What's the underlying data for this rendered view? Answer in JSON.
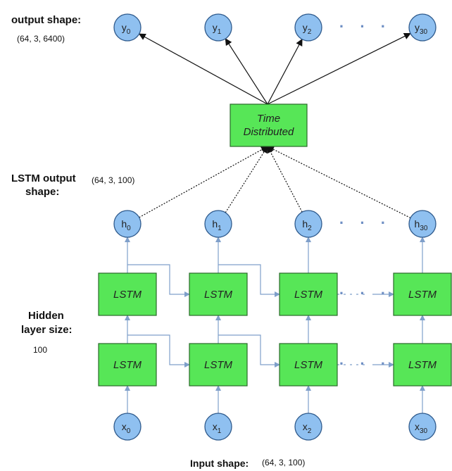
{
  "labels": {
    "output_title": "output shape:",
    "output_value": "(64, 3, 6400)",
    "lstm_title_1": "LSTM output",
    "lstm_title_2": "shape:",
    "lstm_value": "(64, 3, 100)",
    "hidden_1": "Hidden",
    "hidden_2": "layer size:",
    "hidden_value": "100",
    "input_title": "Input shape:",
    "input_value": "(64, 3, 100)"
  },
  "time_distributed": {
    "line1": "Time",
    "line2": "Distributed"
  },
  "lstm_label": "LSTM",
  "dots": "· · ·",
  "outputs": [
    {
      "base": "y",
      "sub": "0"
    },
    {
      "base": "y",
      "sub": "1"
    },
    {
      "base": "y",
      "sub": "2"
    },
    {
      "base": "y",
      "sub": "30"
    }
  ],
  "hidden_states": [
    {
      "base": "h",
      "sub": "0"
    },
    {
      "base": "h",
      "sub": "1"
    },
    {
      "base": "h",
      "sub": "2"
    },
    {
      "base": "h",
      "sub": "30"
    }
  ],
  "inputs": [
    {
      "base": "x",
      "sub": "0"
    },
    {
      "base": "x",
      "sub": "1"
    },
    {
      "base": "x",
      "sub": "2"
    },
    {
      "base": "x",
      "sub": "30"
    }
  ],
  "colors": {
    "circle_fill": "#8fc0f0",
    "circle_stroke": "#2f5a8c",
    "box_fill": "#57e657",
    "box_stroke": "#2a6a2a",
    "arrow": "#7f9fca",
    "dark_arrow": "#111111"
  }
}
